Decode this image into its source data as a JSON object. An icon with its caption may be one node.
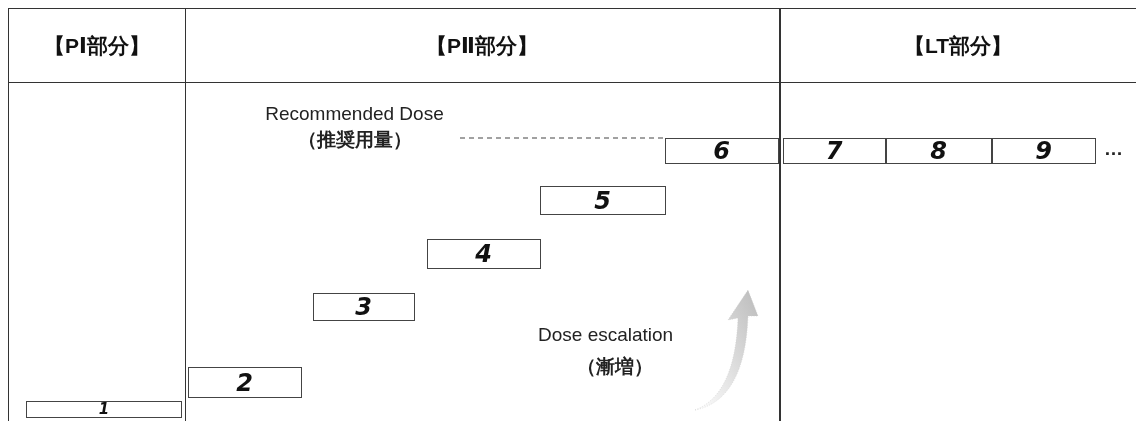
{
  "diagram": {
    "nodes": [
      {
        "text": [
          "【PⅠ部分】"
        ]
      },
      {
        "text": [
          "【PⅡ部分】"
        ]
      },
      {
        "text": [
          "【LT部分】"
        ]
      },
      {
        "text": [
          "1"
        ],
        "in": 0
      },
      {
        "text": [
          "2"
        ],
        "in": 1
      },
      {
        "text": [
          "3"
        ],
        "in": 1
      },
      {
        "text": [
          "4"
        ],
        "in": 1
      },
      {
        "text": [
          "5"
        ],
        "in": 1
      },
      {
        "text": [
          "6"
        ],
        "in": 1
      },
      {
        "text": [
          "7"
        ],
        "in": 2
      },
      {
        "text": [
          "8"
        ],
        "in": 2
      },
      {
        "text": [
          "9"
        ],
        "in": 2
      },
      {
        "text": [
          "Recommended Dose",
          "（推奨用量）"
        ],
        "in": 1
      }
    ],
    "edges": [
      {
        "from": 12,
        "to": 8,
        "arrow": "none",
        "style": "dashed"
      }
    ],
    "labels": [
      "Dose escalation",
      "（漸増）",
      "…"
    ]
  }
}
